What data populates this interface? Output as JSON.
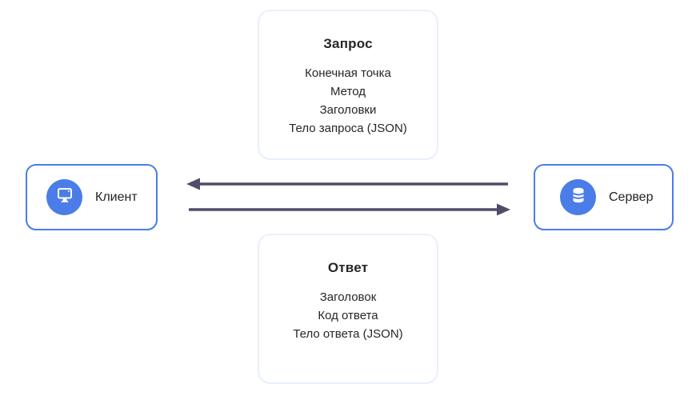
{
  "cards": {
    "request": {
      "title": "Запрос",
      "items": [
        "Конечная точка",
        "Метод",
        "Заголовки",
        "Тело запроса (JSON)"
      ]
    },
    "response": {
      "title": "Ответ",
      "items": [
        "Заголовок",
        "Код ответа",
        "Тело ответа (JSON)"
      ]
    }
  },
  "nodes": {
    "client": {
      "label": "Клиент",
      "icon": "monitor-icon"
    },
    "server": {
      "label": "Сервер",
      "icon": "database-icon"
    }
  },
  "arrows": {
    "top": {
      "direction": "left",
      "from": "server",
      "to": "client"
    },
    "bottom": {
      "direction": "right",
      "from": "client",
      "to": "server"
    }
  },
  "colors": {
    "accent_blue": "#4a7de8",
    "card_border": "#e9effc",
    "arrow": "#4f4d68",
    "text": "#26262a"
  }
}
